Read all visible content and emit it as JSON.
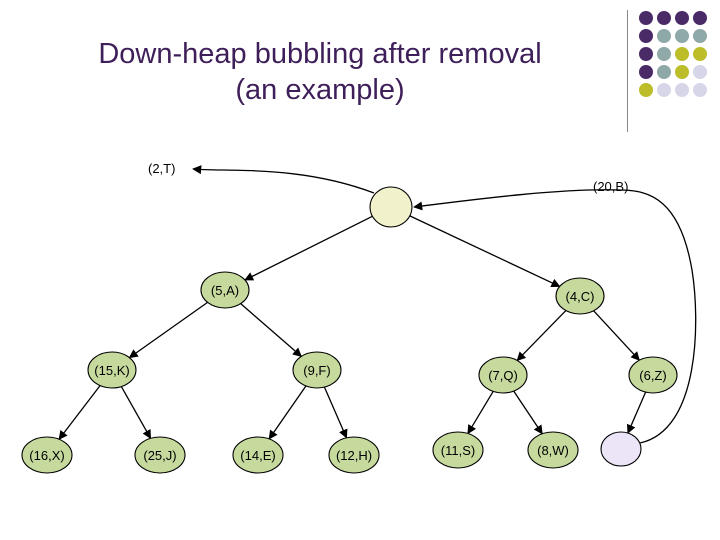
{
  "slide": {
    "title_line1": "Down-heap bubbling after removal",
    "title_line2": "(an example)"
  },
  "colors": {
    "title": "#3e1f5a",
    "node_fill": "#c6da9e",
    "empty_root_fill": "#f1f1cc",
    "empty_leaf_fill": "#ece4f7",
    "stroke": "#000000",
    "accent_purple": "#4a2a67",
    "accent_teal": "#8fa8a8",
    "accent_olive": "#bdbd2a",
    "accent_lavender": "#d6d6e8"
  },
  "decor_dots": [
    [
      "accent_purple",
      "accent_purple",
      "accent_purple",
      "accent_purple"
    ],
    [
      "accent_purple",
      "accent_teal",
      "accent_teal",
      "accent_teal"
    ],
    [
      "accent_purple",
      "accent_teal",
      "accent_olive",
      "accent_olive"
    ],
    [
      "accent_purple",
      "accent_teal",
      "accent_olive",
      "accent_lavender"
    ],
    [
      "accent_olive",
      "accent_lavender",
      "accent_lavender",
      "accent_lavender"
    ]
  ],
  "heap": {
    "removed_entry": "(2,T)",
    "last_entry": "(20,B)",
    "nodes": [
      {
        "id": "root",
        "label": "",
        "fill": "empty_root_fill"
      },
      {
        "id": "n5a",
        "label": "(5,A)"
      },
      {
        "id": "n4c",
        "label": "(4,C)"
      },
      {
        "id": "n15k",
        "label": "(15,K)"
      },
      {
        "id": "n9f",
        "label": "(9,F)"
      },
      {
        "id": "n7q",
        "label": "(7,Q)"
      },
      {
        "id": "n6z",
        "label": "(6,Z)"
      },
      {
        "id": "n16x",
        "label": "(16,X)"
      },
      {
        "id": "n25j",
        "label": "(25,J)"
      },
      {
        "id": "n14e",
        "label": "(14,E)"
      },
      {
        "id": "n12h",
        "label": "(12,H)"
      },
      {
        "id": "n11s",
        "label": "(11,S)"
      },
      {
        "id": "n8w",
        "label": "(8,W)"
      },
      {
        "id": "empty_leaf",
        "label": "",
        "fill": "empty_leaf_fill"
      }
    ],
    "edges": [
      [
        "root",
        "n5a"
      ],
      [
        "root",
        "n4c"
      ],
      [
        "n5a",
        "n15k"
      ],
      [
        "n5a",
        "n9f"
      ],
      [
        "n4c",
        "n7q"
      ],
      [
        "n4c",
        "n6z"
      ],
      [
        "n15k",
        "n16x"
      ],
      [
        "n15k",
        "n25j"
      ],
      [
        "n9f",
        "n14e"
      ],
      [
        "n9f",
        "n12h"
      ],
      [
        "n7q",
        "n11s"
      ],
      [
        "n7q",
        "n8w"
      ],
      [
        "n6z",
        "empty_leaf"
      ]
    ]
  }
}
